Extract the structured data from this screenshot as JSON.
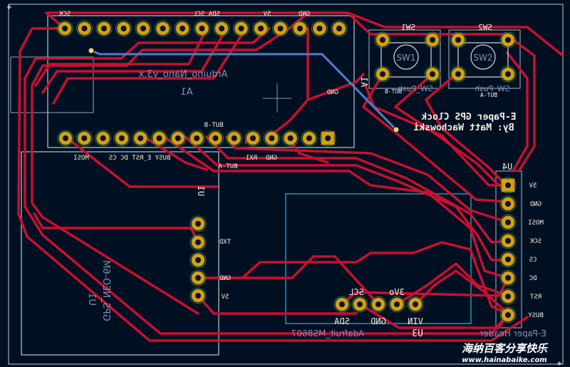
{
  "board": {
    "title_line1": "E-Paper GPS Clock",
    "title_line2": "By: Matt Wachowski",
    "watermark_cn": "海纳百客分享快乐",
    "watermark_url": "www.hainabaike.com"
  },
  "a1": {
    "ref": "A1",
    "value": "Arduino_Nano_v3.x",
    "top_labels": {
      "sck": "SCK",
      "sda_scl": "SDA  SCL",
      "fivev": "5V",
      "gnd": "GND"
    },
    "bottom_labels": {
      "mosi": "MOSI",
      "left": "BUSY E_RST DC CS",
      "rxi": "RXI",
      "gnd": "GND"
    },
    "gnd_side": "GND",
    "but_b": "BUT-B"
  },
  "net_labels": {
    "but_a": "BUT-A",
    "but_b2": "BUT-B",
    "but_a2": "BUT-A"
  },
  "sw1": {
    "ref": "SW1",
    "value": "SW_Push",
    "body": "SW1"
  },
  "sw2": {
    "ref": "SW2",
    "value": "SW_Push",
    "body": "SW2"
  },
  "u1": {
    "ref": "U1",
    "value": "GPS_NEO-6M",
    "ref2": "U1",
    "pins": {
      "txd": "TXD",
      "gnd": "GND",
      "fivev": "5V"
    }
  },
  "u3": {
    "ref": "U3",
    "value": "Adafruit_MS8607",
    "pins_top": {
      "scl": "SCL",
      "threevo": "3Vo"
    },
    "pins_bottom": {
      "sda": "SDA",
      "gnd": "GND",
      "vin": "VIN"
    }
  },
  "u4": {
    "ref": "U4",
    "value": "E-Paper Header",
    "pins": [
      "5V",
      "GND",
      "MOSI",
      "SCK",
      "CS",
      "DC",
      "RST",
      "BUSY"
    ]
  },
  "colors": {
    "background": "#001023",
    "copper": "#c8102e",
    "pad": "#d4a017",
    "wire": "#4d7fc4",
    "outline": "#7fbfc8"
  }
}
